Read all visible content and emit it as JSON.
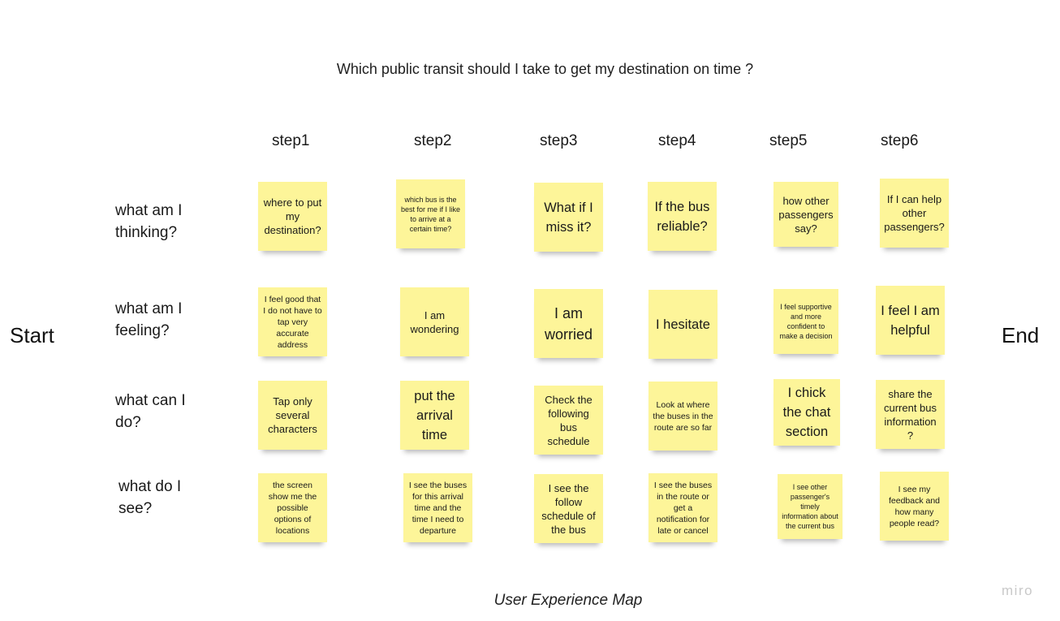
{
  "board": {
    "question": "Which public transit should I take to get my destination on time ?",
    "start": "Start",
    "end": "End",
    "caption": "User Experience Map",
    "brand": "miro"
  },
  "steps": [
    "step1",
    "step2",
    "step3",
    "step4",
    "step5",
    "step6"
  ],
  "rows": [
    {
      "label": "what am I\nthinking?",
      "notes": [
        "where to put my destination?",
        "which bus is the best for me if I like to arrive at a certain time?",
        "What if I miss it?",
        "If the bus reliable?",
        "how other passengers say?",
        "If I can help other passengers?"
      ]
    },
    {
      "label": "what am I\nfeeling?",
      "notes": [
        "I feel good that I do not have to tap very accurate address",
        "I am wondering",
        "I am worried",
        "I hesitate",
        "I feel supportive and more confident to make a decision",
        "I feel I am helpful"
      ]
    },
    {
      "label": "what can I\ndo?",
      "notes": [
        "Tap only several characters",
        "put the arrival time",
        "Check the following bus schedule",
        "Look at where the buses in the route are so far",
        "I chick the chat section",
        "share the current bus information ?"
      ]
    },
    {
      "label": "what do I\nsee?",
      "notes": [
        "the screen show me the possible options of locations",
        "I see the buses for this arrival time and the time I need to departure",
        "I see the follow schedule of the bus",
        "I see the buses in the route or get a notification for late or cancel",
        "I see other passenger's timely information about the current bus",
        "I see my feedback and how many people read?"
      ]
    }
  ]
}
